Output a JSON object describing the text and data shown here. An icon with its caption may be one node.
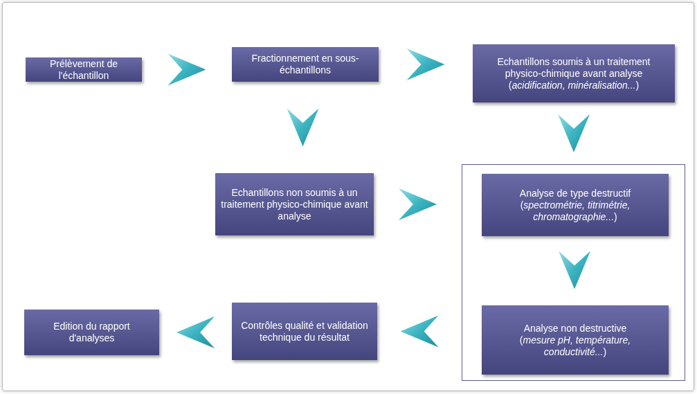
{
  "diagram": {
    "nodes": [
      {
        "text": [
          "Prélèvement de l'échantillon"
        ]
      },
      {
        "text": [
          "Fractionnement en sous-échantillons"
        ]
      },
      {
        "text": [
          "Echantillons soumis à un traitement physico-chimique avant analyse",
          "(*acidification, minéralisation...*)"
        ]
      },
      {
        "text": [
          "Echantillons non soumis à un traitement physico-chimique avant analyse"
        ]
      },
      {
        "text": [],
        "shape": "box"
      },
      {
        "text": [
          "Analyse de type destructif",
          "(*spectrométrie, titrimétrie, chromatographie...*)"
        ],
        "in": 4
      },
      {
        "text": [
          "Analyse non destructive",
          "(*mesure pH, température, conductivité...*)"
        ],
        "in": 4
      },
      {
        "text": [
          "Edition du rapport d'analyses"
        ]
      },
      {
        "text": [
          "Contrôles qualité et validation technique du résultat"
        ]
      }
    ],
    "edges": [
      {
        "from": 0,
        "to": 1,
        "arrow": "to"
      },
      {
        "from": 1,
        "to": 2,
        "arrow": "to"
      },
      {
        "from": 1,
        "to": 3,
        "arrow": "to"
      },
      {
        "from": 2,
        "to": 4,
        "arrow": "to"
      },
      {
        "from": 3,
        "to": 4,
        "arrow": "to"
      },
      {
        "from": 5,
        "to": 6,
        "arrow": "to"
      },
      {
        "from": 4,
        "to": 8,
        "arrow": "to"
      },
      {
        "from": 8,
        "to": 7,
        "arrow": "to"
      }
    ]
  }
}
